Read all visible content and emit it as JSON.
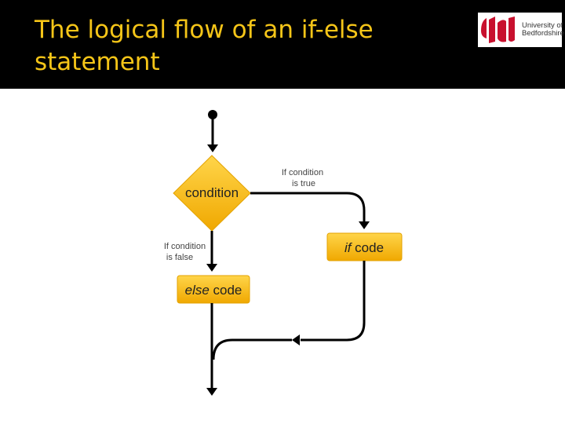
{
  "slide": {
    "title_line1": "The logical flow of an if-else",
    "title_line2": "statement"
  },
  "logo": {
    "text_line1": "University of",
    "text_line2": "Bedfordshire"
  },
  "diagram": {
    "condition_label": "condition",
    "true_label_line1": "If condition",
    "true_label_line2": "is true",
    "false_label_line1": "If condition",
    "false_label_line2": "is false",
    "if_box_italic": "if",
    "if_box_rest": " code",
    "else_box_italic": "else",
    "else_box_rest": " code"
  },
  "colors": {
    "header_bg": "#000000",
    "title_text": "#f5c518",
    "box_fill": "#f5b800",
    "logo_red": "#c8102e"
  }
}
